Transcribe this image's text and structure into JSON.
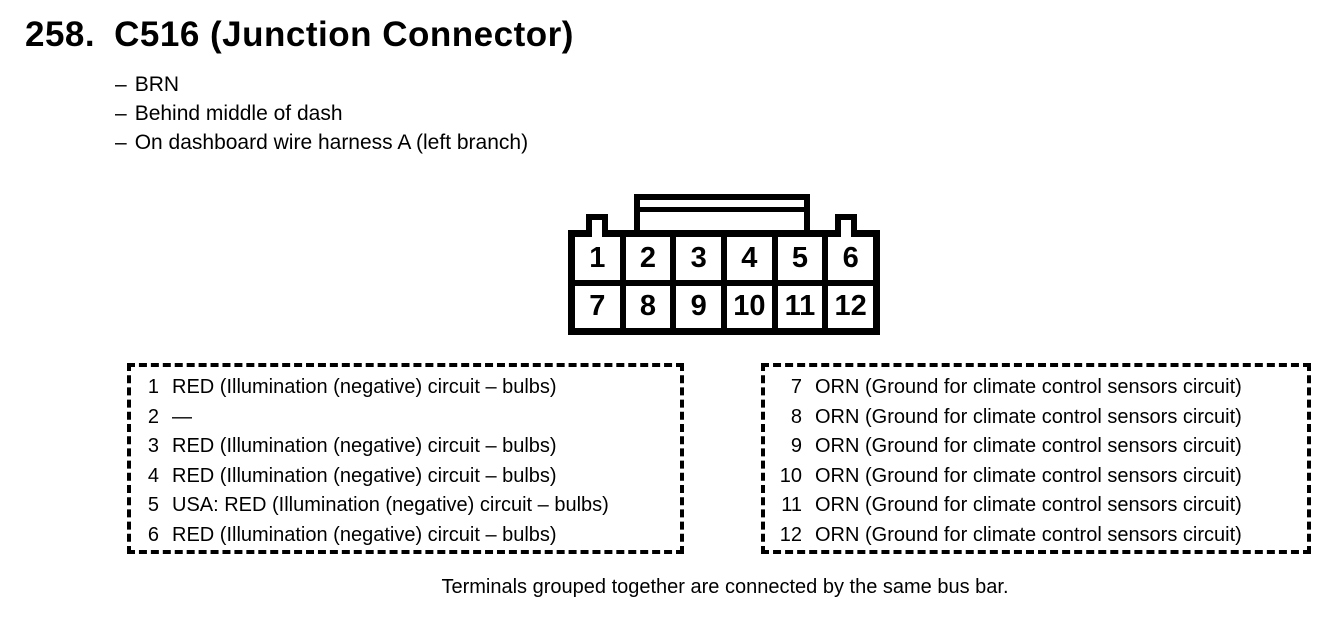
{
  "header": {
    "number": "258.",
    "title": "C516 (Junction Connector)"
  },
  "notes": {
    "dash": "–",
    "items": [
      "BRN",
      "Behind middle of dash",
      "On dashboard wire harness A (left branch)"
    ]
  },
  "connector": {
    "pins": [
      "1",
      "2",
      "3",
      "4",
      "5",
      "6",
      "7",
      "8",
      "9",
      "10",
      "11",
      "12"
    ]
  },
  "left_table": {
    "rows": [
      {
        "pin": "1",
        "desc": "RED (Illumination (negative) circuit – bulbs)"
      },
      {
        "pin": "2",
        "desc": "—"
      },
      {
        "pin": "3",
        "desc": "RED (Illumination (negative) circuit – bulbs)"
      },
      {
        "pin": "4",
        "desc": "RED (Illumination (negative) circuit – bulbs)"
      },
      {
        "pin": "5",
        "desc": "USA: RED (Illumination (negative) circuit – bulbs)"
      },
      {
        "pin": "6",
        "desc": "RED (Illumination (negative) circuit – bulbs)"
      }
    ]
  },
  "right_table": {
    "rows": [
      {
        "pin": "7",
        "desc": "ORN (Ground for climate control sensors circuit)"
      },
      {
        "pin": "8",
        "desc": "ORN (Ground for climate control sensors circuit)"
      },
      {
        "pin": "9",
        "desc": "ORN (Ground for climate control sensors circuit)"
      },
      {
        "pin": "10",
        "desc": "ORN (Ground for climate control sensors circuit)"
      },
      {
        "pin": "11",
        "desc": "ORN (Ground for climate control sensors circuit)"
      },
      {
        "pin": "12",
        "desc": "ORN (Ground for climate control sensors circuit)"
      }
    ]
  },
  "footer": {
    "note": "Terminals grouped together are connected by the same bus bar."
  },
  "colors": {
    "ink": "#000000",
    "paper": "#ffffff"
  }
}
